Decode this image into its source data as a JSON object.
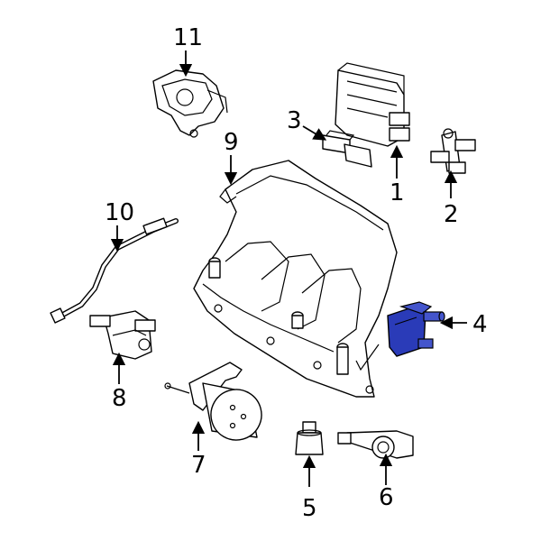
{
  "colors": {
    "highlight": "#2a3bb8",
    "line": "#000000",
    "background": "#ffffff"
  },
  "callouts": {
    "c1": "1",
    "c2": "2",
    "c3": "3",
    "c4": "4",
    "c5": "5",
    "c6": "6",
    "c7": "7",
    "c8": "8",
    "c9": "9",
    "c10": "10",
    "c11": "11"
  },
  "highlighted_part": "4"
}
